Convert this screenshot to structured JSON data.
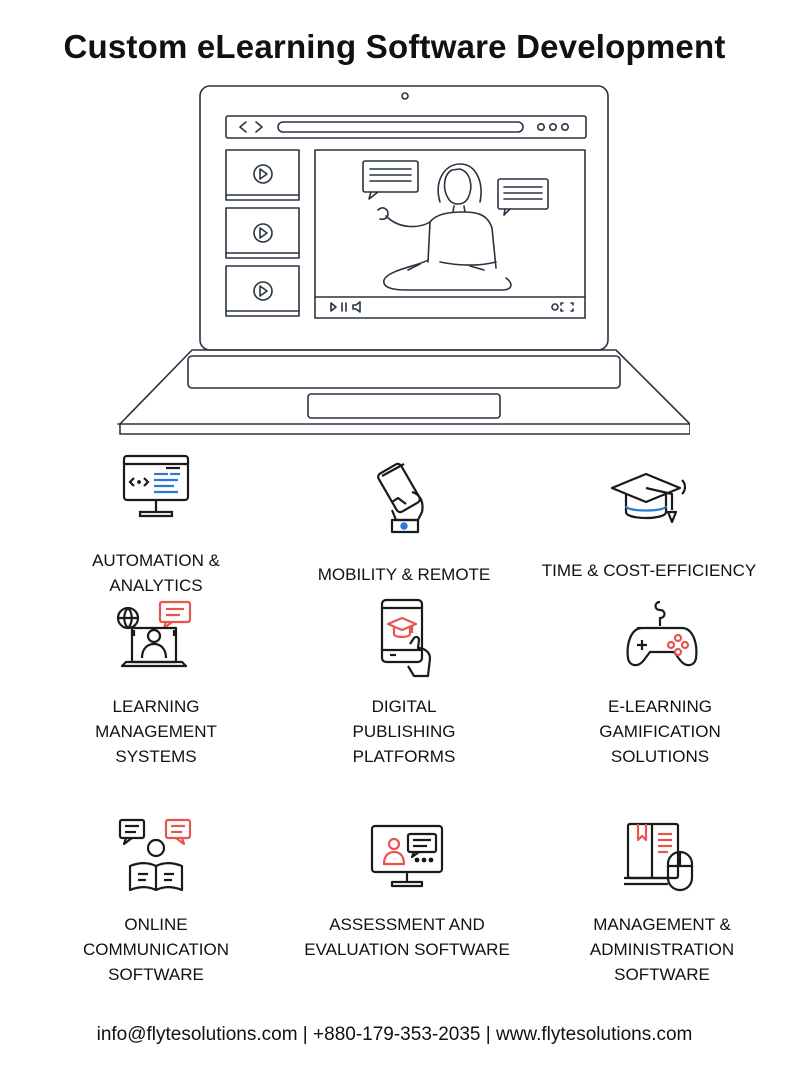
{
  "page": {
    "title": "Custom eLearning Software Development"
  },
  "colors": {
    "ink": "#1a1a1a",
    "accent_red": "#e8554e",
    "accent_blue": "#2b7bd6",
    "line": "#2a3440"
  },
  "features": [
    {
      "id": "automation",
      "icon": "monitor-code-icon",
      "label_lines": [
        "AUTOMATION &",
        "ANALYTICS"
      ]
    },
    {
      "id": "mobility",
      "icon": "hand-phone-icon",
      "label_lines": [
        "MOBILITY & REMOTE"
      ]
    },
    {
      "id": "time",
      "icon": "graduation-cap-icon",
      "label_lines": [
        "TIME & COST-EFFICIENCY"
      ]
    },
    {
      "id": "lms",
      "icon": "teacher-laptop-icon",
      "label_lines": [
        "LEARNING",
        "MANAGEMENT",
        "SYSTEMS"
      ]
    },
    {
      "id": "publishing",
      "icon": "tablet-cap-icon",
      "label_lines": [
        "DIGITAL",
        "PUBLISHING",
        "PLATFORMS"
      ]
    },
    {
      "id": "gamification",
      "icon": "gamepad-icon",
      "label_lines": [
        "E-LEARNING",
        "GAMIFICATION",
        "SOLUTIONS"
      ]
    },
    {
      "id": "online",
      "icon": "reader-chat-icon",
      "label_lines": [
        "ONLINE",
        "COMMUNICATION",
        "SOFTWARE"
      ]
    },
    {
      "id": "assessment",
      "icon": "monitor-chat-icon",
      "label_lines": [
        "ASSESSMENT AND",
        "EVALUATION SOFTWARE"
      ]
    },
    {
      "id": "management",
      "icon": "book-mouse-icon",
      "label_lines": [
        "MANAGEMENT &",
        "ADMINISTRATION",
        "SOFTWARE"
      ]
    }
  ],
  "footer": {
    "email": "info@flytesolutions.com",
    "separator": " | ",
    "phone": "+880-179-353-2035",
    "website": "www.flytesolutions.com"
  }
}
